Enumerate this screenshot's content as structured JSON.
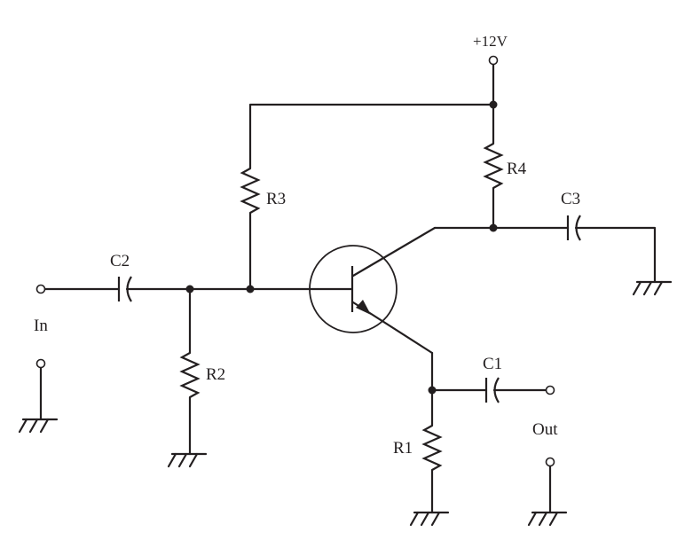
{
  "diagram": {
    "supply_label": "+12V",
    "input_label": "In",
    "output_label": "Out",
    "components": {
      "r1": "R1",
      "r2": "R2",
      "r3": "R3",
      "r4": "R4",
      "c1": "C1",
      "c2": "C2",
      "c3": "C3"
    }
  }
}
